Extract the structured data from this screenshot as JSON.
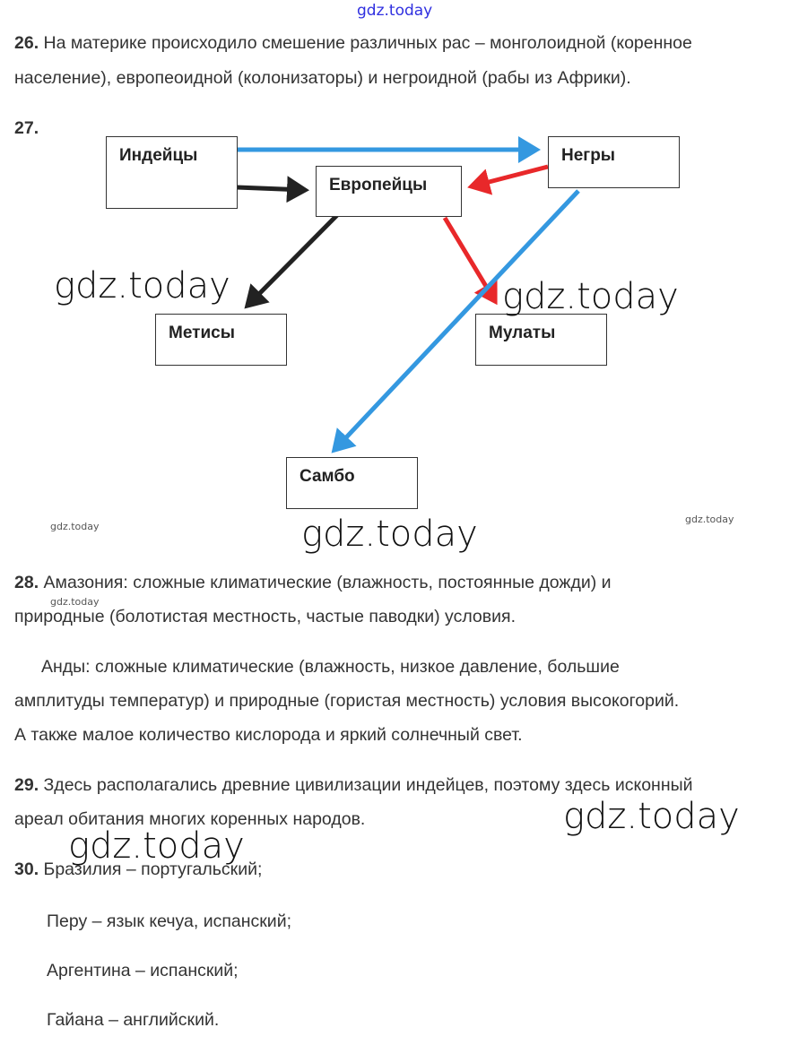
{
  "watermark": "gdz.today",
  "colors": {
    "blue": "#3498e0",
    "red": "#e8282a",
    "black": "#222222"
  },
  "q26": {
    "num": "26.",
    "lines": [
      "На материке происходило смешение различных рас – монголоидной (коренное",
      "население), европеоидной (колонизаторы) и негроидной (рабы из Африки)."
    ]
  },
  "q27": {
    "num": "27.",
    "boxes": {
      "indians": "Индейцы",
      "negroes": "Негры",
      "europeans": "Европейцы",
      "mestizos": "Метисы",
      "mulattoes": "Мулаты",
      "sambo": "Самбо"
    }
  },
  "q28": {
    "num": "28.",
    "lines": [
      "Амазония: сложные климатические (влажность, постоянные дожди) и",
      "природные (болотистая местность, частые паводки) условия."
    ],
    "andes": [
      "Анды: сложные климатические (влажность, низкое давление, большие",
      "амплитуды температур) и природные (гористая местность) условия высокогорий.",
      "А также малое количество кислорода и яркий солнечный свет."
    ]
  },
  "q29": {
    "num": "29.",
    "lines": [
      "Здесь располагались древние цивилизации индейцев, поэтому здесь исконный",
      "ареал обитания многих коренных народов."
    ]
  },
  "q30": {
    "num": "30.",
    "lines": [
      "Бразилия – португальский;",
      "Перу – язык кечуа, испанский;",
      "Аргентина – испанский;",
      "Гайана – английский."
    ]
  }
}
